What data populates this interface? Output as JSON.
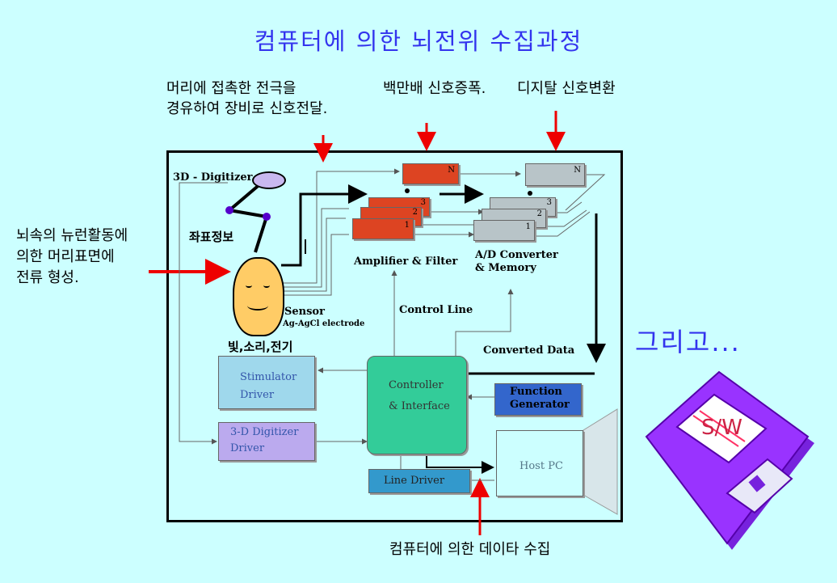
{
  "title": "컴퓨터에 의한 뇌전위 수집과정",
  "notes": {
    "electrode_line1": "머리에 접촉한 전극을",
    "electrode_line2": "경유하여 장비로 신호전달.",
    "amplify": "백만배 신호증폭.",
    "digital": "디지탈 신호변환",
    "neuron_line1": "뇌속의 뉴런활동에",
    "neuron_line2": "의한 머리표면에",
    "neuron_line3": "전류 형성.",
    "collect": "컴퓨터에 의한 데이타 수집",
    "and": "그리고..."
  },
  "labels": {
    "digitizer": "3D - Digitizer",
    "coord": "좌표정보",
    "amp_filter": "Amplifier & Filter",
    "ad_line1": "A/D Converter",
    "ad_line2": "& Memory",
    "control_line": "Control Line",
    "sensor": "Sensor",
    "electrode": "Ag-AgCl electrode",
    "stimulus": "빛,소리,전기",
    "converted": "Converted Data"
  },
  "blocks": {
    "stimulator1": "Stimulator",
    "stimulator2": "Driver",
    "digitizer_driver1": "3-D Digitizer",
    "digitizer_driver2": "Driver",
    "controller1": "Controller",
    "controller2": "& Interface",
    "function1": "Function",
    "function2": "Generator",
    "host_pc": "Host PC",
    "line_driver": "Line Driver"
  },
  "channels": {
    "n": "N",
    "ch1": "1",
    "ch2": "2",
    "ch3": "3"
  },
  "disk_label": "S/W",
  "colors": {
    "title": "#3333ee",
    "background": "#ccffff",
    "red_arrow": "#ee0000",
    "amp_block": "#dd4422",
    "ad_block": "#b8c4c8",
    "disk": "#9933ff"
  }
}
